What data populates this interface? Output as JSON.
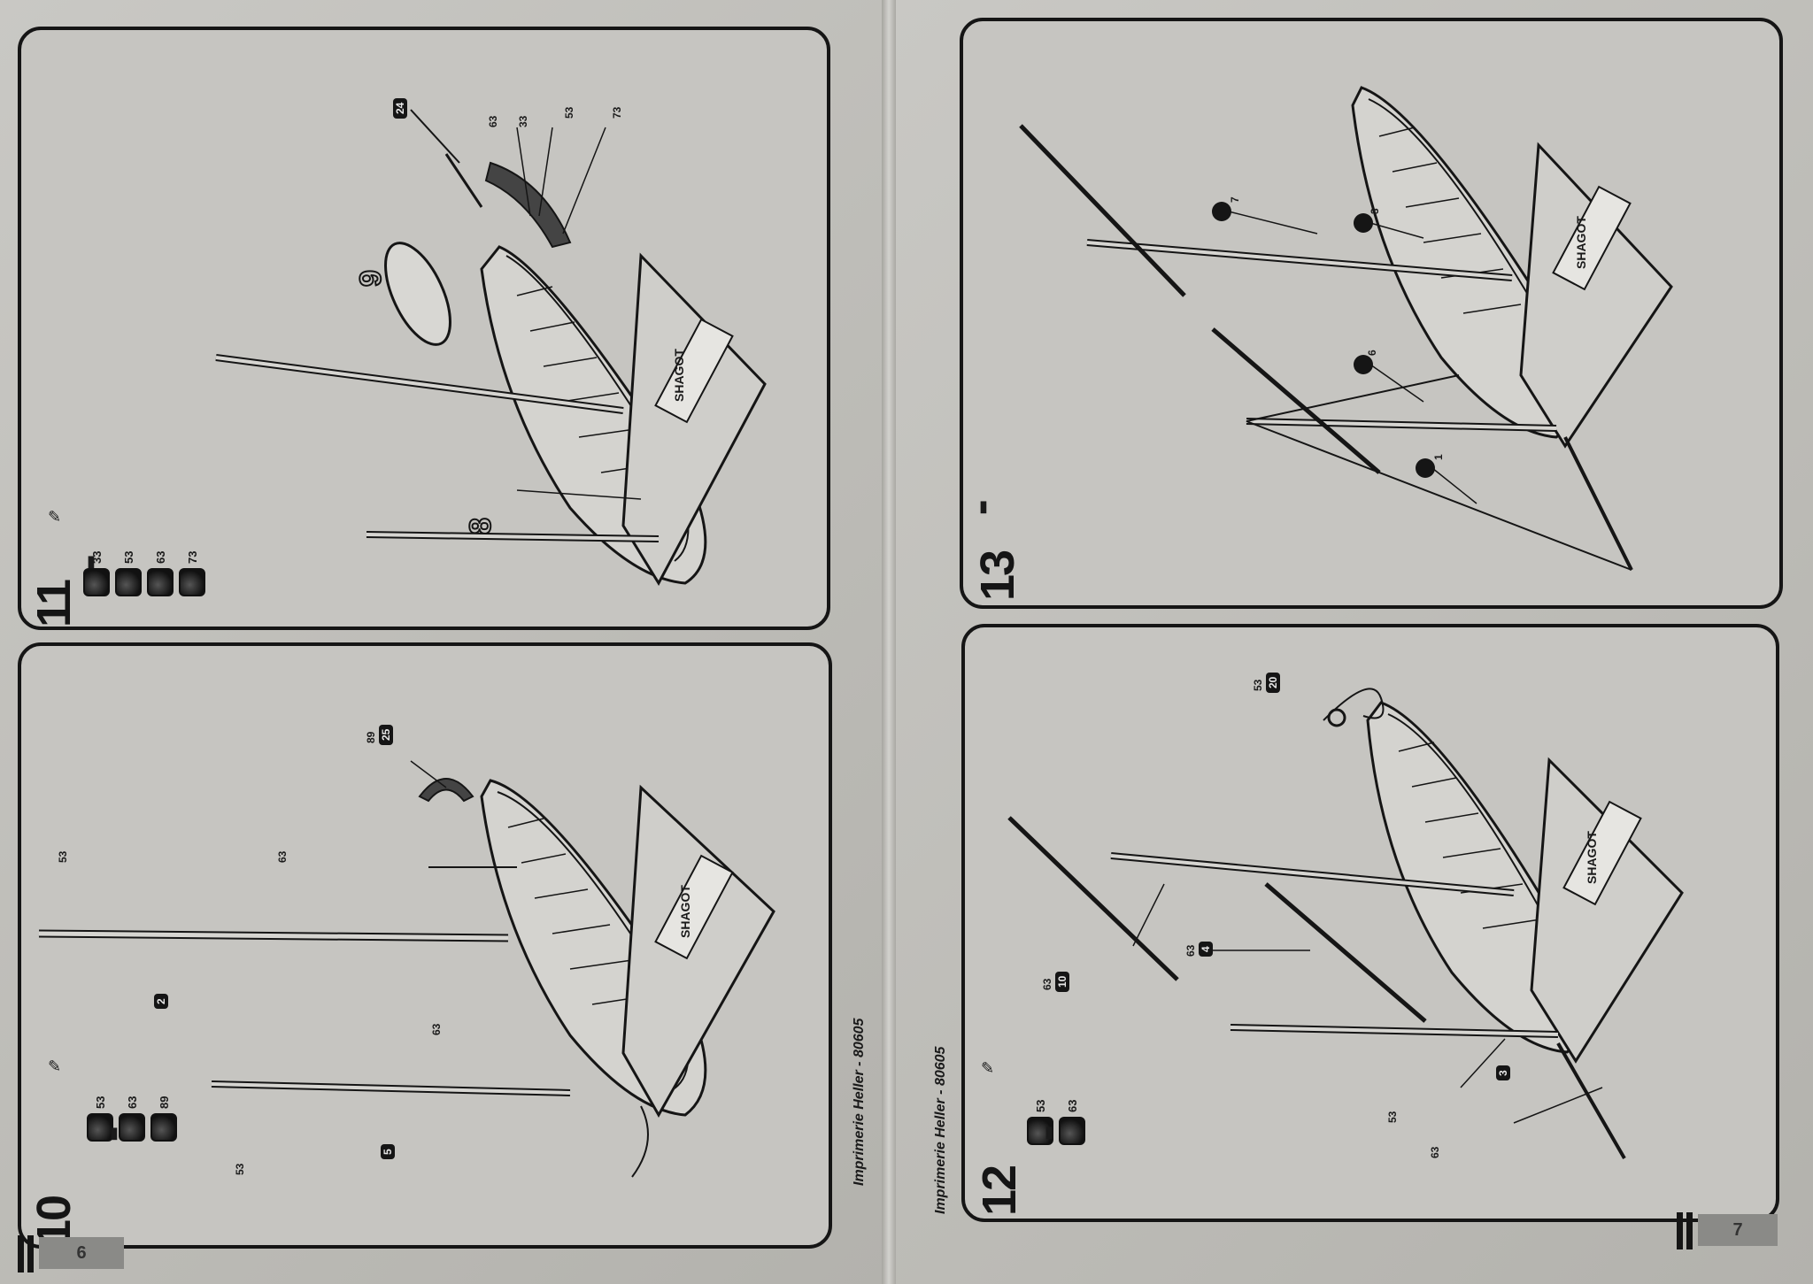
{
  "document": {
    "footer_left": "Imprimerie Heller - 80605",
    "footer_right": "Imprimerie Heller - 80605",
    "page_left": "6",
    "page_right": "7",
    "stern_name": "SHAGOT"
  },
  "steps": {
    "s10": {
      "number": "10",
      "paints": [
        "89",
        "63",
        "53"
      ],
      "callouts": {
        "c53a": "53",
        "c63a": "63",
        "c63b": "63",
        "c53b": "53",
        "c89": "89"
      },
      "parts": {
        "p2": "2",
        "p5": "5",
        "p25": "25"
      }
    },
    "s11": {
      "number": "11",
      "paints": [
        "73",
        "63",
        "53",
        "33"
      ],
      "callouts": {
        "c63": "63",
        "c33": "33",
        "c53": "53",
        "c73": "73"
      },
      "parts": {
        "p24": "24"
      },
      "sub_assemblies": {
        "a9": "9",
        "a8": "8"
      }
    },
    "s12": {
      "number": "12",
      "paints": [
        "63",
        "53"
      ],
      "callouts": {
        "c53a": "53",
        "c63a": "63",
        "c63b": "63",
        "c53b": "53",
        "c63c": "63"
      },
      "parts": {
        "p20": "20",
        "p10": "10",
        "p4": "4",
        "p3": "3"
      }
    },
    "s13": {
      "number": "13",
      "parts": {
        "p7": "7",
        "p3": "3",
        "p6": "6",
        "p1": "1"
      }
    }
  }
}
